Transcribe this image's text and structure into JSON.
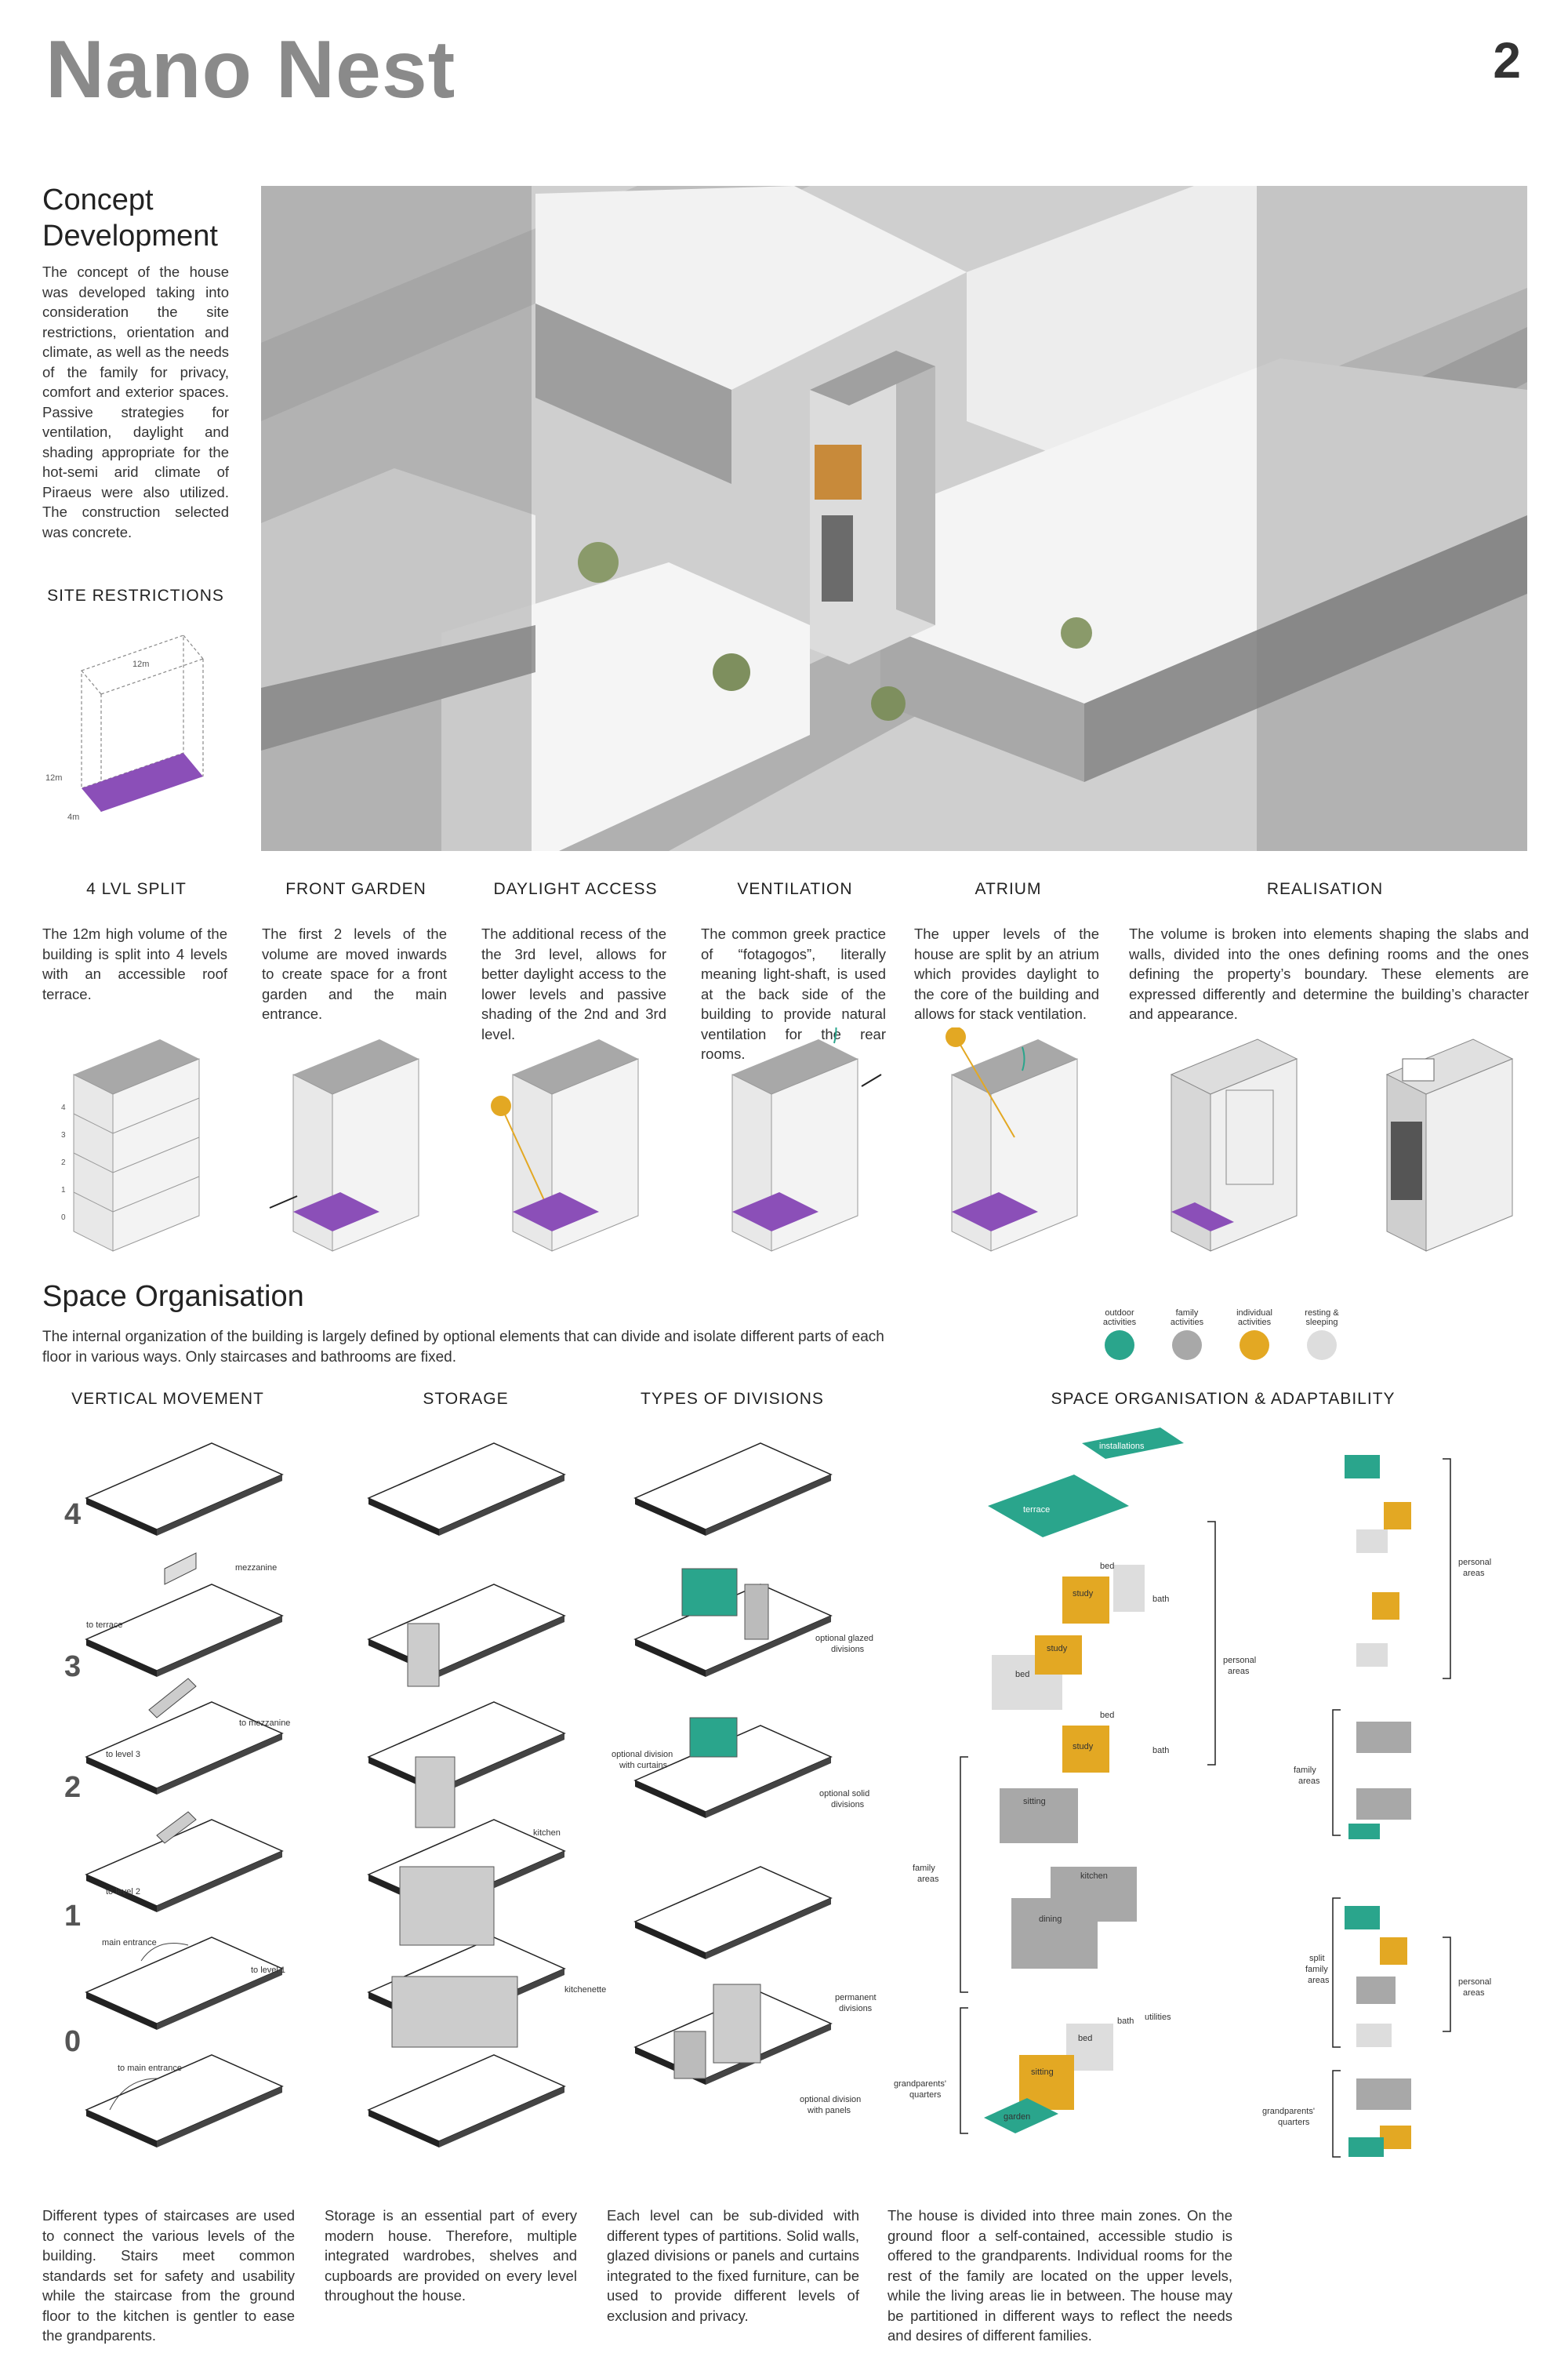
{
  "header": {
    "title": "Nano Nest",
    "page_number": "2"
  },
  "concept": {
    "heading_line1": "Concept",
    "heading_line2": "Development",
    "text": "The concept of the house was developed taking into consideration the site restrictions, orientation and climate, as well as the needs of the family for privacy, comfort and exterior spaces. Passive strategies for ventilation, daylight and shading appropriate for the hot-semi arid climate of Piraeus were also utilized. The construction selected was concrete.",
    "site_heading": "SITE RESTRICTIONS",
    "site_dim_top": "12m",
    "site_dim_side": "12m",
    "site_dim_bottom": "4m"
  },
  "strategies": [
    {
      "title": "4 LVL SPLIT",
      "text": "The 12m high volume of the building is split into 4 levels with an accessible roof terrace."
    },
    {
      "title": "FRONT GARDEN",
      "text": "The first 2 levels of the volume are moved inwards to create space for a front garden and the main entrance."
    },
    {
      "title": "DAYLIGHT ACCESS",
      "text": "The additional recess of the the 3rd level, allows for better daylight access to the lower levels and passive shading of the 2nd and 3rd level."
    },
    {
      "title": "VENTILATION",
      "text": "The common greek practice of “fotagogos”, literally meaning light-shaft, is used at the back side of the building to provide natural ventilation for the rear rooms."
    },
    {
      "title": "ATRIUM",
      "text": "The upper levels of the house are split by an atrium which provides daylight to the core of the building and allows for stack ventilation."
    },
    {
      "title": "REALISATION",
      "text": "The volume is broken into elements shaping the slabs and walls, divided into the ones defining rooms and the ones defining the property’s boundary. These elements are expressed differently and determine the building’s character and appearance."
    }
  ],
  "split_levels": [
    "4",
    "3",
    "2",
    "1",
    "0"
  ],
  "space": {
    "heading": "Space Organisation",
    "intro": "The internal organization of the building is largely defined by optional elements that can divide and isolate different parts of each floor in various ways. Only staircases and bathrooms are fixed.",
    "legend": [
      {
        "label_line1": "outdoor",
        "label_line2": "activities",
        "color": "#2aa58c"
      },
      {
        "label_line1": "family",
        "label_line2": "activities",
        "color": "#a8a8a8"
      },
      {
        "label_line1": "individual",
        "label_line2": "activities",
        "color": "#e3a823"
      },
      {
        "label_line1": "resting &",
        "label_line2": "sleeping",
        "color": "#dddddd"
      }
    ],
    "column_titles": [
      "VERTICAL MOVEMENT",
      "STORAGE",
      "TYPES OF DIVISIONS",
      "SPACE ORGANISATION & ADAPTABILITY"
    ],
    "levels": [
      "4",
      "3",
      "2",
      "1",
      "0"
    ],
    "vertical_labels": {
      "mezzanine": "mezzanine",
      "to_terrace": "to terrace",
      "to_mezzanine": "to mezzanine",
      "to_level3": "to level 3",
      "to_level2": "to level 2",
      "main_entrance": "main entrance",
      "to_level1": "to level 1",
      "to_main_entrance": "to main entrance"
    },
    "storage_labels": {
      "kitchen": "kitchen",
      "kitchenette": "kitchenette"
    },
    "division_labels": {
      "glazed_line1": "optional glazed",
      "glazed_line2": "divisions",
      "curtains_line1": "optional division",
      "curtains_line2": "with curtains",
      "solid_line1": "optional solid",
      "solid_line2": "divisions",
      "permanent_line1": "permanent",
      "permanent_line2": "divisions",
      "panels_line1": "optional division",
      "panels_line2": "with panels"
    },
    "org_labels": {
      "installations": "installations",
      "terrace": "terrace",
      "bed": "bed",
      "study": "study",
      "bath": "bath",
      "sitting": "sitting",
      "kitchen": "kitchen",
      "dining": "dining",
      "utilities": "utilities",
      "garden": "garden",
      "personal_line1": "personal",
      "personal_line2": "areas",
      "family_line1": "family",
      "family_line2": "areas",
      "grand_line1": "grandparents'",
      "grand_line2": "quarters",
      "split_line1": "split",
      "split_line2": "family",
      "split_line3": "areas"
    },
    "bottom_texts": [
      "Different types of staircases are used to connect the various levels of the building. Stairs meet common standards set for safety and usability while the staircase from the ground floor to the kitchen is gentler to ease the grandparents.",
      "Storage is an essential part of every modern house. Therefore, multiple integrated wardrobes, shelves and cupboards are provided on every level throughout the house.",
      "Each level can be sub-divided with different types of partitions. Solid walls, glazed divisions or panels and curtains integrated to the fixed furniture, can be used to provide different levels of exclusion and privacy.",
      "The house is divided into three main zones. On the ground floor a self-contained, accessible studio is offered to the grandparents. Individual rooms for the rest of the family are located on the upper levels, while the living areas lie in between. The house may be partitioned in different ways to reflect the needs and desires of different families."
    ]
  },
  "colors": {
    "purple": "#8b4fb8",
    "teal": "#2aa58c",
    "gold": "#e3a823",
    "title_gray": "#8a8a8a"
  }
}
